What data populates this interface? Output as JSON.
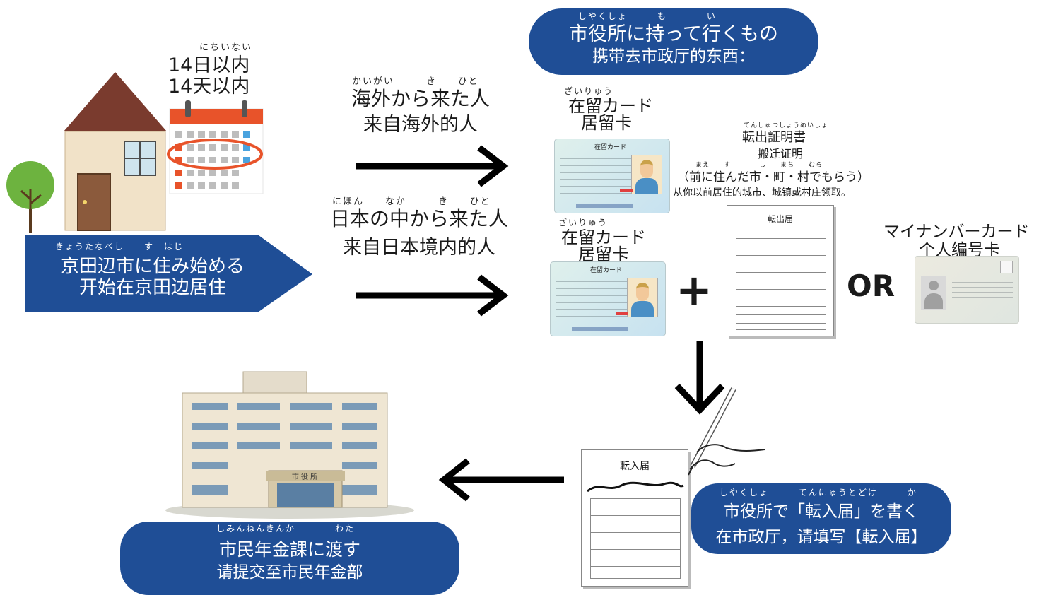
{
  "move_in": {
    "ruby_days": "にちいない",
    "days_jp": "14日以内",
    "days_cn": "14天以内",
    "ruby_start": "きょうたなべし　　す　はじ",
    "start_jp": "京田辺市に住み始める",
    "start_cn": "开始在京田边居住"
  },
  "header_bubble": {
    "ruby": "しやくしょ　　　も　　　　い",
    "jp": "市役所に持って行くもの",
    "cn": "携带去市政厅的东西："
  },
  "from_abroad": {
    "ruby": "かいがい　　　き　　ひと",
    "jp": "海外から来た人",
    "cn": "来自海外的人"
  },
  "from_japan": {
    "ruby": "にほん　　なか　　　き　　ひと",
    "jp": "日本の中から来た人",
    "cn": "来自日本境内的人"
  },
  "residence_card_1": {
    "ruby": "ざいりゅう",
    "jp": "在留カード",
    "cn": "居留卡",
    "card_title": "在留カード"
  },
  "residence_card_2": {
    "ruby": "ざいりゅう",
    "jp": "在留カード",
    "cn": "居留卡",
    "card_title": "在留カード"
  },
  "moving_out_cert": {
    "ruby": "てんしゅつしょうめいしょ",
    "jp": "転出証明書",
    "cn": "搬迁证明",
    "ruby2": "まえ　　す　　　　し　　まち　　むら",
    "note_jp": "（前に住んだ市・町・村でもらう）",
    "note_cn": "从你以前居住的城市、城镇或村庄领取。"
  },
  "moving_out_form": {
    "label": "転出届"
  },
  "plus": "+",
  "or_label": "OR",
  "mynumber": {
    "jp": "マイナンバーカード",
    "cn": "个人编号卡"
  },
  "write_form": {
    "form_label": "転入届",
    "ruby": "しやくしょ　　　てんにゅうとどけ　　　か",
    "jp": "市役所で「転入届」を書く",
    "cn": "在市政厅，请填写【転入届】"
  },
  "city_hall_sign": "市 役 所",
  "submit": {
    "ruby": "しみんねんきんか　　　　わた",
    "jp": "市民年金課に渡す",
    "cn": "请提交至市民年金部"
  },
  "colors": {
    "panel": "#1f4e96",
    "arrow": "#000000",
    "calendar": "#e8532a"
  }
}
